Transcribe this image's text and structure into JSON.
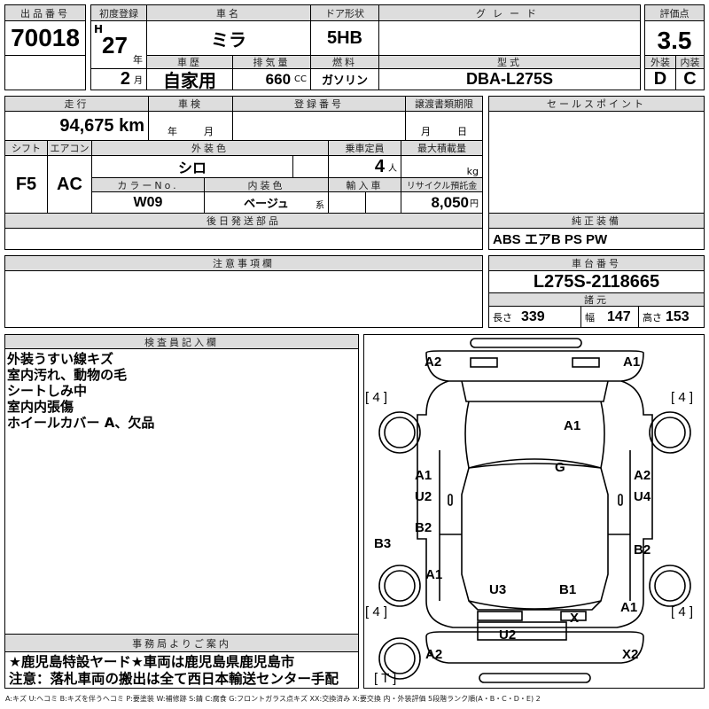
{
  "header": {
    "lot_label": "出品番号",
    "lot": "70018",
    "first_reg_label": "初度登録",
    "era": "H",
    "year": "27",
    "year_unit": "年",
    "month": "2",
    "month_unit": "月",
    "name_label": "車名",
    "name": "ミラ",
    "door_label": "ドア形状",
    "door": "5HB",
    "grade_label": "グレード",
    "grade": "",
    "score_label": "評価点",
    "score": "3.5",
    "history_label": "車歴",
    "history": "自家用",
    "displacement_label": "排気量",
    "displacement": "660",
    "displacement_unit": "CC",
    "fuel_label": "燃料",
    "fuel": "ガソリン",
    "model_label": "型式",
    "model": "DBA-L275S",
    "ext_label": "外装",
    "ext": "D",
    "int_label": "内装",
    "int": "C"
  },
  "details": {
    "mileage_label": "走行",
    "mileage": "94,675 km",
    "inspection_label": "車検",
    "inspection_year": "年",
    "inspection_month": "月",
    "plate_label": "登録番号",
    "transfer_label": "譲渡書類期限",
    "transfer_month": "月",
    "transfer_day": "日",
    "shift_label": "シフト",
    "shift": "F5",
    "ac_label": "エアコン",
    "ac": "AC",
    "color_label": "外装色",
    "color": "シロ",
    "capacity_label": "乗車定員",
    "capacity": "4",
    "capacity_unit": "人",
    "load_label": "最大積載量",
    "load_unit": "kg",
    "color_no_label": "カラーNo.",
    "color_no": "W09",
    "interior_label": "内装色",
    "interior": "ベージュ",
    "interior_suffix": "系",
    "import_label": "輸入車",
    "recycle_label": "リサイクル預託金",
    "recycle": "8,050",
    "recycle_unit": "円",
    "later_parts_label": "後日発送部品"
  },
  "sales_point_label": "セールスポイント",
  "equipment_label": "純正装備",
  "equipment": "ABS エアB PS PW",
  "caution_label": "注意事項欄",
  "chassis_label": "車台番号",
  "chassis": "L275S-2118665",
  "specs_label": "諸元",
  "length_label": "長さ",
  "length": "339",
  "width_label": "幅",
  "width": "147",
  "height_label": "高さ",
  "height": "153",
  "inspector_label": "検査員記入欄",
  "inspector_notes": [
    "外装うすい線キズ",
    "室内汚れ、動物の毛",
    "シートしみ中",
    "室内内張傷",
    "ホイールカバー A、欠品"
  ],
  "office_label": "事務局よりご案内",
  "office_notes": [
    "★鹿児島特設ヤード★車両は鹿児島県鹿児島市",
    "注意：落札車両の搬出は全て西日本輸送センター手配"
  ],
  "diagram": {
    "marks": [
      "A2",
      "A1",
      "[ 4 ]",
      "[ 4 ]",
      "A1",
      "G",
      "A1",
      "A2",
      "U2",
      "U4",
      "B2",
      "B3",
      "B2",
      "A1",
      "U3",
      "B1",
      "A1",
      "[ 4 ]",
      "[ 4 ]",
      "X",
      "U2",
      "A2",
      "X2",
      "[ T ]"
    ]
  },
  "legend": "A:キズ U:ヘコミ B:キズを伴うヘコミ P:要塗装 W:補修跡 S:錆 C:腐食 G:フロントガラス点キズ XX:交換済み X:要交換 内・外装評価 5段階ランク順(A・B・C・D・E) 2"
}
